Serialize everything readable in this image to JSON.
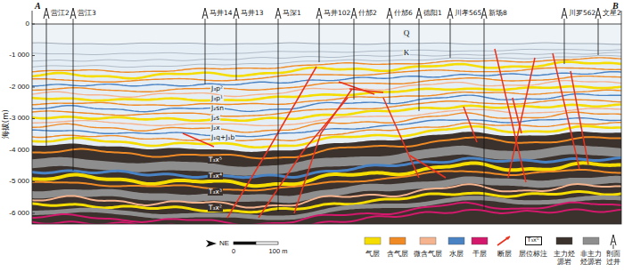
{
  "diagram": {
    "labels": [
      "A",
      "B",
      "营江2",
      "营江3",
      "马井14",
      "马井13",
      "马深1",
      "马井102",
      "什邡2",
      "什邡6",
      "德阳1",
      "川孝565",
      "新场8",
      "川罗562",
      "文星2",
      "0",
      "-1 000",
      "-2 000",
      "-3 000",
      "-4 000",
      "-5 000",
      "-6 000",
      "海拔(m)",
      "Q",
      "K",
      "J₃p²",
      "J₃p¹",
      "J₂sn",
      "J₂s",
      "J₂x",
      "J₁q+J₁b",
      "T₃x⁵",
      "T₃x⁴",
      "T₃x³",
      "T₃x²",
      "NE",
      "0",
      "100 m",
      "T₃x⁵"
    ],
    "legend": [
      {
        "text": "气层",
        "color": "#f5dd00"
      },
      {
        "text": "含气层",
        "color": "#f08a24"
      },
      {
        "text": "微含气层",
        "color": "#f6b48e"
      },
      {
        "text": "水层",
        "color": "#4a83c4"
      },
      {
        "text": "干层",
        "color": "#d4186c"
      },
      {
        "text": "断层"
      },
      {
        "text": "层位标注"
      },
      {
        "text": "主力烃源岩",
        "color": "#3b322e"
      },
      {
        "text": "非主力烃源岩",
        "color": "#8e8e8e"
      },
      {
        "text": "剖面过井"
      }
    ]
  }
}
